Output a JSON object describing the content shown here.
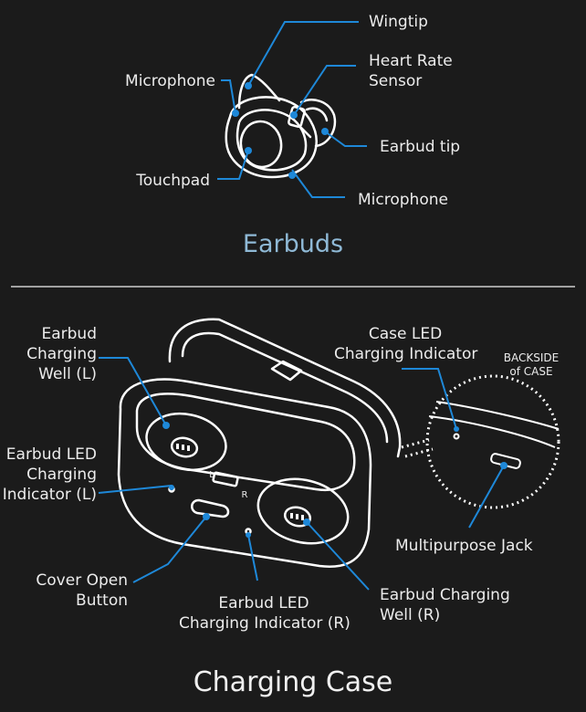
{
  "earbuds": {
    "title": "Earbuds",
    "labels": {
      "wingtip": "Wingtip",
      "heart_rate_1": "Heart Rate",
      "heart_rate_2": "Sensor",
      "microphone_top": "Microphone",
      "earbud_tip": "Earbud tip",
      "touchpad": "Touchpad",
      "microphone_bottom": "Microphone"
    }
  },
  "case": {
    "title": "Charging Case",
    "labels": {
      "well_l_1": "Earbud",
      "well_l_2": "Charging",
      "well_l_3": "Well (L)",
      "led_l_1": "Earbud LED",
      "led_l_2": "Charging",
      "led_l_3": "Indicator (L)",
      "case_led_1": "Case LED",
      "case_led_2": "Charging Indicator",
      "backside_1": "BACKSIDE",
      "backside_2": "of CASE",
      "jack": "Multipurpose Jack",
      "cover_1": "Cover Open",
      "cover_2": "Button",
      "led_r_1": "Earbud LED",
      "led_r_2": "Charging Indicator (R)",
      "well_r_1": "Earbud Charging",
      "well_r_2": "Well (R)",
      "marker_l": "L",
      "marker_r": "R"
    }
  },
  "colors": {
    "background": "#1b1b1b",
    "callout": "#1e88d8",
    "outline": "#ffffff",
    "title_accent": "#8fb9d6"
  }
}
